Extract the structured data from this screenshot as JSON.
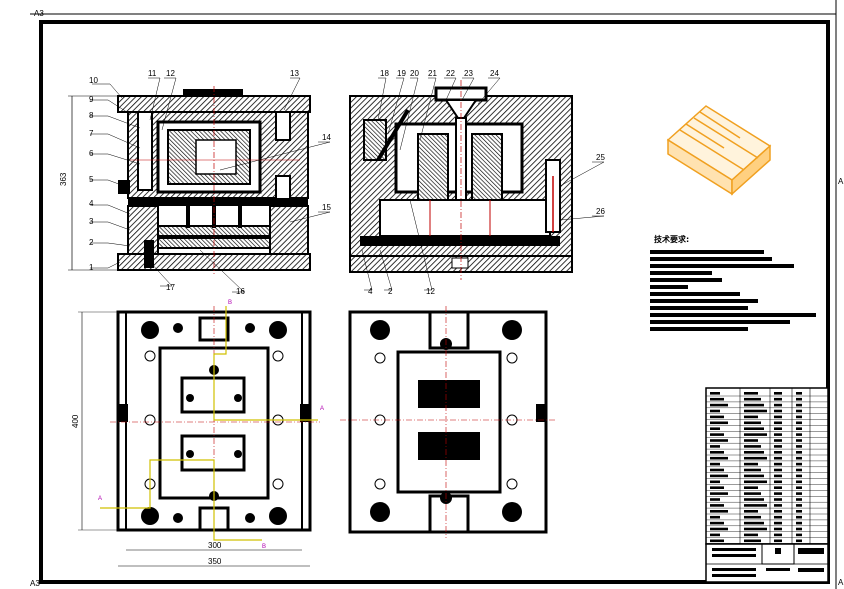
{
  "drawing": {
    "corner_marks": {
      "top": "A3",
      "right_top": "A",
      "right_bottom": "A",
      "bottom_left": "A3"
    },
    "section_left": {
      "part_labels_left": [
        "10",
        "9",
        "8",
        "7",
        "6",
        "5",
        "4",
        "3",
        "2",
        "1"
      ],
      "part_labels_top": [
        "11",
        "12",
        "13"
      ],
      "part_labels_right": [
        "14",
        "15"
      ],
      "part_labels_bottom": [
        "17",
        "16"
      ],
      "height_dim": "363"
    },
    "section_right": {
      "part_labels_top": [
        "18",
        "19",
        "20",
        "21",
        "22",
        "23",
        "24"
      ],
      "part_labels_right": [
        "25",
        "26"
      ],
      "part_labels_bottom": [
        "4",
        "2",
        "12"
      ]
    },
    "plan_left": {
      "width_dim_inner": "300",
      "width_dim_outer": "350",
      "height_dim": "400",
      "section_marks": [
        "B",
        "A",
        "A",
        "B"
      ]
    },
    "tech_requirements": {
      "title": "技术要求:"
    },
    "product_view": {
      "icon": "crate-isometric-icon",
      "color": "#f0a020"
    },
    "colors": {
      "centerline": "#c00000",
      "hatch": "#000000",
      "mark": "#b000b0",
      "section_line": "#d0c000"
    }
  }
}
